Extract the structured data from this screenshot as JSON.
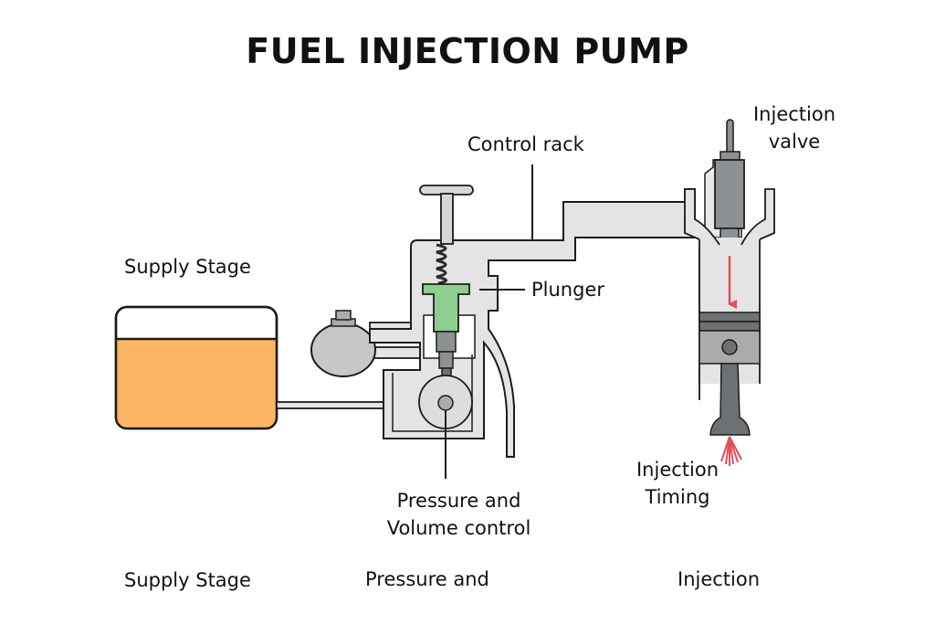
{
  "title": "FUEL INJECTION PUMP",
  "labels": {
    "supply_stage": "Supply Stage",
    "control_rack": "Control rack",
    "plunger": "Plunger",
    "injection_valve_line1": "Injection",
    "injection_valve_line2": "valve",
    "pressure_volume_line1": "Pressure and",
    "pressure_volume_line2": "Volume control",
    "injection_timing_line1": "Injection",
    "injection_timing_line2": "Timing"
  },
  "footer": {
    "supply_stage": "Supply Stage",
    "pressure_and": "Pressure and",
    "injection": "Injection"
  },
  "colors": {
    "fuel": "#fbb563",
    "plunger": "#8fce8f",
    "housing": "#e4e4e4",
    "metal": "#a9abad",
    "dark_metal": "#6e7174",
    "spray": "#e0505a",
    "outline": "#1c1c1c"
  },
  "components": [
    "fuel-tank",
    "feed-pump",
    "pump-housing",
    "plunger",
    "cam",
    "control-rack",
    "injection-valve",
    "cylinder",
    "piston",
    "connecting-rod",
    "fuel-spray"
  ]
}
